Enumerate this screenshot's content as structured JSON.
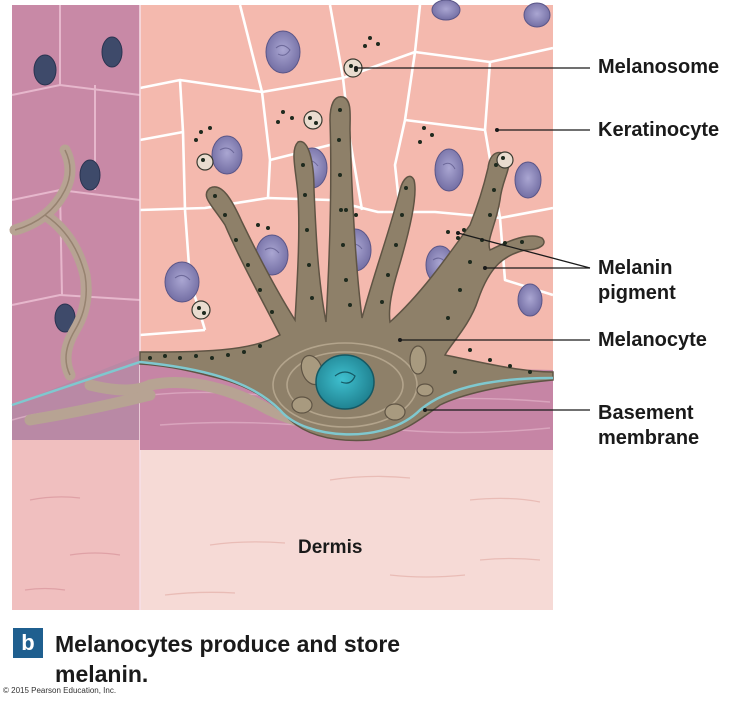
{
  "labels": {
    "melanosome": "Melanosome",
    "keratinocyte": "Keratinocyte",
    "melanin_pigment_line1": "Melanin",
    "melanin_pigment_line2": "pigment",
    "melanocyte": "Melanocyte",
    "basement_membrane_line1": "Basement",
    "basement_membrane_line2": "membrane",
    "dermis": "Dermis"
  },
  "caption": {
    "badge": "b",
    "text": "Melanocytes produce and store melanin."
  },
  "copyright": "© 2015 Pearson Education, Inc.",
  "colors": {
    "keratinocyte_fill": "#f4b9ae",
    "side_panel": "#c889a6",
    "melanocyte_fill": "#8e8069",
    "melanin_dots": "#1e2a1e",
    "nucleus": "#8d88b8",
    "melanocyte_nucleus": "#2aa3b5",
    "basement_membrane": "#7fc8cf",
    "dermis": "#f6dad6",
    "badge": "#1f5f8f"
  }
}
